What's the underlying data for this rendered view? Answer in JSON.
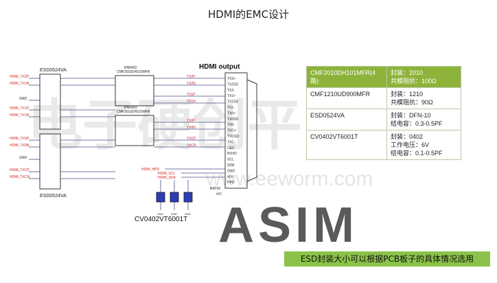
{
  "page": {
    "title": "HDMI的EMC设计",
    "footer_note": "ESD封装大小可以根据PCB板子的具体情况选用",
    "logo_text": "ASIM",
    "watermark_text": "电子硬创平台",
    "watermark_url": "www.eeworm.com"
  },
  "schematic": {
    "hdmi_title": "HDMI   output",
    "esd_top_label": "ESD0524VA",
    "esd_bottom_label": "ESD0524VA",
    "cmf_top_ref": "RN0402",
    "cmf_top_part": "CMF2010DH101MFR",
    "cmf_bottom_ref": "RN0403",
    "cmf_bottom_part": "CMF2010DH101MFR",
    "varistor_label": "CV0402VT6001T",
    "left_nets": [
      "HDMI_TX2P",
      "HDMI_TX2N",
      "GND",
      "HDMI_TX1P",
      "HDMI_TX1N",
      "HDMI_TX0P",
      "HDMI_TX0N",
      "GND",
      "HDMI_TXCP",
      "HDMI_TXCN"
    ],
    "right_nets": [
      "TX2P",
      "TX2N",
      "TX1P",
      "TX1N",
      "TX0P",
      "TX0N",
      "TXCP",
      "TXCN"
    ],
    "connector_pins": [
      "TX2+",
      "TX2SD",
      "TX2-",
      "TX1+",
      "TX1SD",
      "TX1-",
      "TX0+",
      "TX0SD",
      "TX0-",
      "TXC+",
      "TXCSD",
      "TXC-",
      "CEC",
      "RSVD",
      "SCL",
      "SDA",
      "GND",
      "+5V",
      "HPD"
    ],
    "ctrl_nets": [
      "HDMI_HPD",
      "HDMI_SCL",
      "HDMI_SDA"
    ],
    "diode_label": "BAT54",
    "supply_label": "+5V",
    "gnd_label": "GND"
  },
  "table": {
    "header": {
      "part": "CMF2010DH101MFR(4路)",
      "spec": "封装：2010\n共模阻抗：100Ω"
    },
    "rows": [
      {
        "part": "CMF1210UD900MFR",
        "spec": "封装：1210\n共模阻抗：90Ω"
      },
      {
        "part": "ESD0524VA",
        "spec": "封装：DFN-10\n结电容：0.3-0.5PF"
      },
      {
        "part": "CV0402VT6001T",
        "spec": "封装：0402\n工作电压：6V\n结电容：0.1-0.5PF"
      }
    ]
  },
  "colors": {
    "wire": "#4a4a8a",
    "net_label": "#cc2222",
    "ic_border": "#333333",
    "table_header": "#8db33a",
    "banner": "#8bc34a",
    "logo": "#5a5a5a"
  }
}
